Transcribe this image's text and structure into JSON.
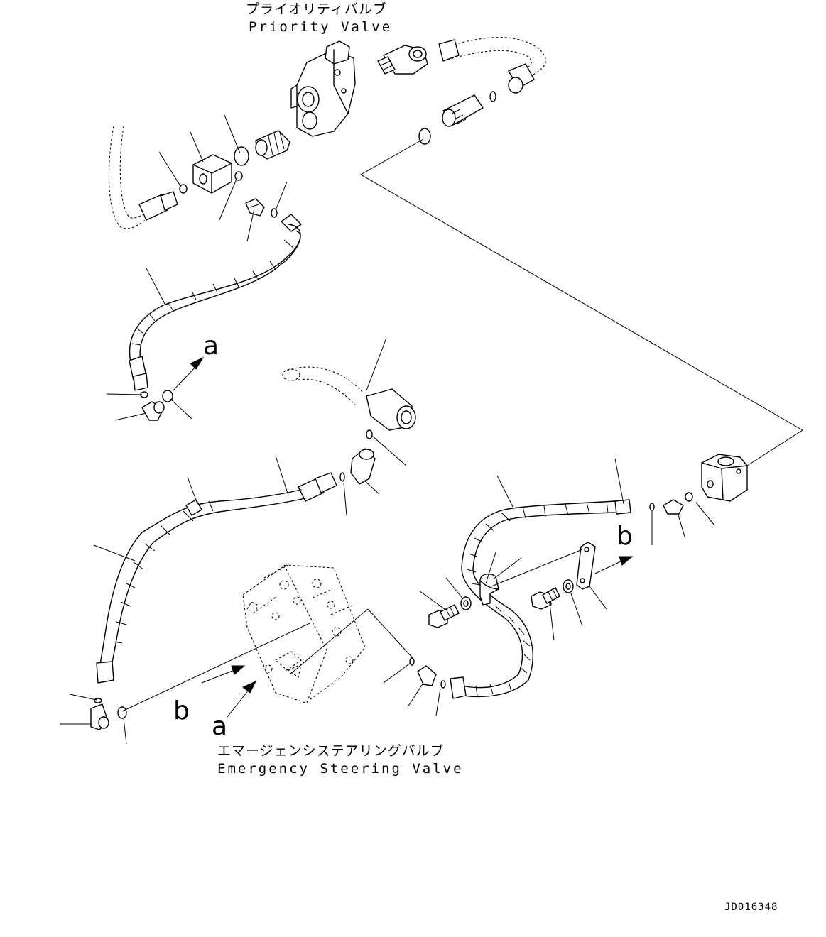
{
  "labels": {
    "priority_jp": "プライオリティバルブ",
    "priority_en": "Priority Valve",
    "emergency_jp": "エマージェンシステアリングバルブ",
    "emergency_en": "Emergency Steering Valve",
    "view_a_1": "a",
    "view_a_2": "a",
    "view_b_1": "b",
    "view_b_2": "b",
    "drawing_code": "JD016348"
  }
}
